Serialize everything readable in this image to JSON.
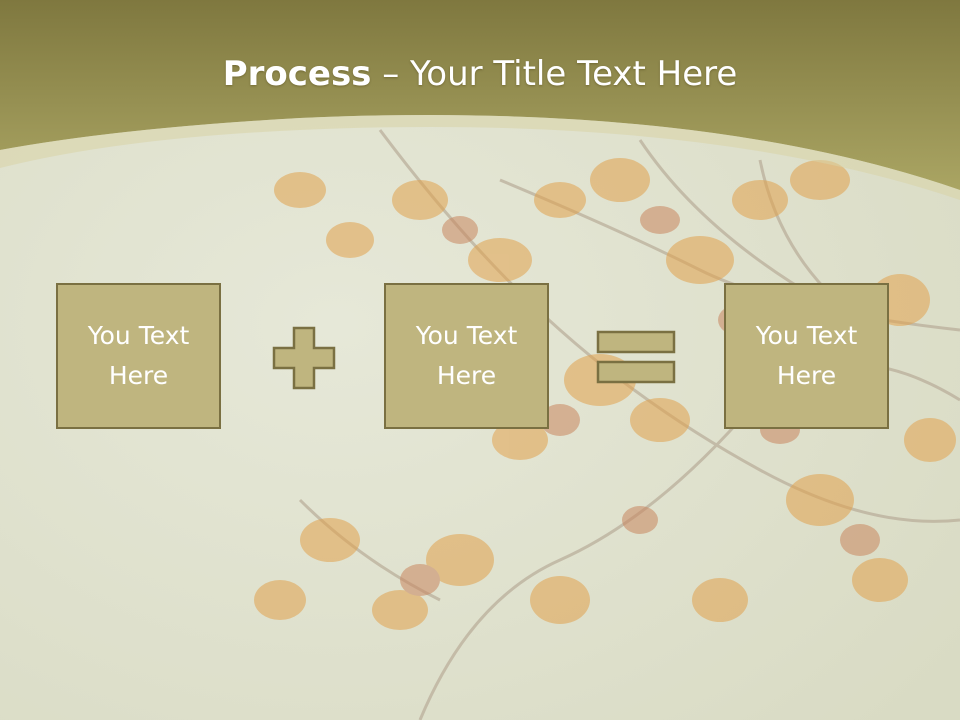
{
  "title": {
    "bold": "Process",
    "rest": " – Your Title Text Here"
  },
  "boxes": [
    {
      "label": "You Text Here"
    },
    {
      "label": "You Text Here"
    },
    {
      "label": "You Text Here"
    }
  ],
  "operators": [
    "plus-icon",
    "equals-icon"
  ],
  "colors": {
    "header": "#9a9350",
    "box_fill": "#bfb57f",
    "box_border": "#7a7042",
    "text": "#ffffff"
  }
}
